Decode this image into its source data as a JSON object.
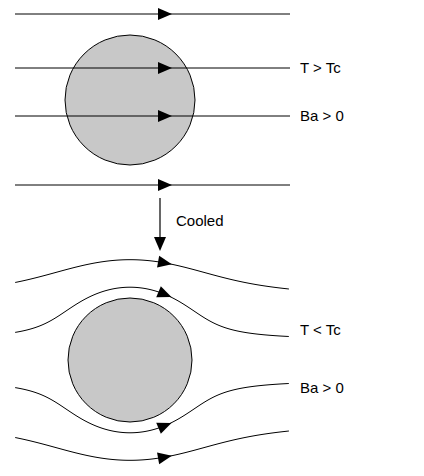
{
  "diagram": {
    "labels": [
      "T > Tc",
      "Ba > 0",
      "Cooled",
      "T < Tc",
      "Ba > 0"
    ]
  }
}
